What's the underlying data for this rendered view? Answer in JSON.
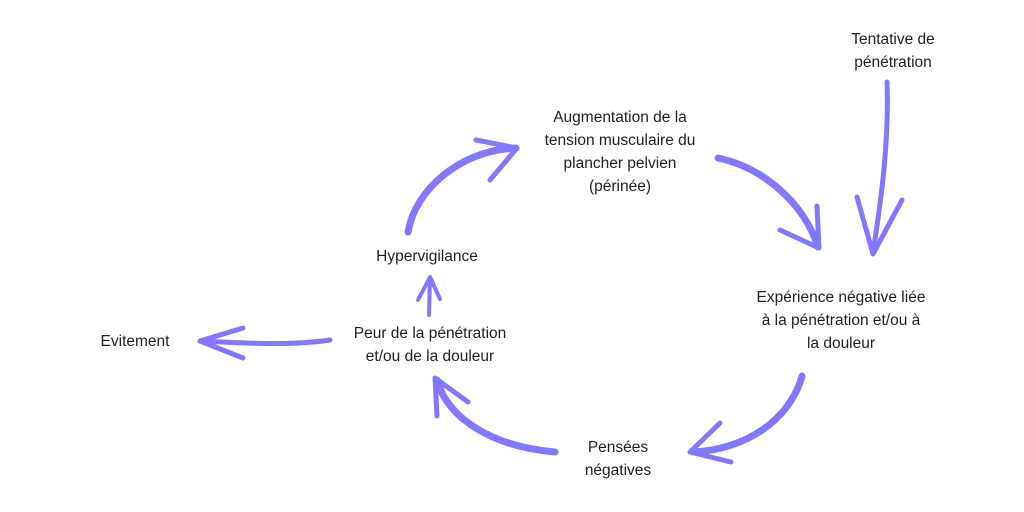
{
  "colors": {
    "arrow": "#8477ff",
    "text": "#1f1f1f",
    "background": "#ffffff"
  },
  "nodes": {
    "tentative": [
      "Tentative de",
      "pénétration"
    ],
    "augmentation": [
      "Augmentation de la",
      "tension musculaire du",
      "plancher pelvien",
      "(périnée)"
    ],
    "experience": [
      "Expérience négative liée",
      "à la pénétration et/ou à",
      "la douleur"
    ],
    "pensees": [
      "Pensées",
      "négatives"
    ],
    "peur": [
      "Peur de la pénétration",
      "et/ou de la douleur"
    ],
    "hypervigilance": [
      "Hypervigilance"
    ],
    "evitement": [
      "Evitement"
    ]
  },
  "arrows": [
    {
      "from": "tentative",
      "to": "experience"
    },
    {
      "from": "augmentation",
      "to": "experience"
    },
    {
      "from": "experience",
      "to": "pensees"
    },
    {
      "from": "pensees",
      "to": "peur"
    },
    {
      "from": "peur",
      "to": "hypervigilance"
    },
    {
      "from": "hypervigilance",
      "to": "augmentation"
    },
    {
      "from": "peur",
      "to": "evitement"
    }
  ]
}
